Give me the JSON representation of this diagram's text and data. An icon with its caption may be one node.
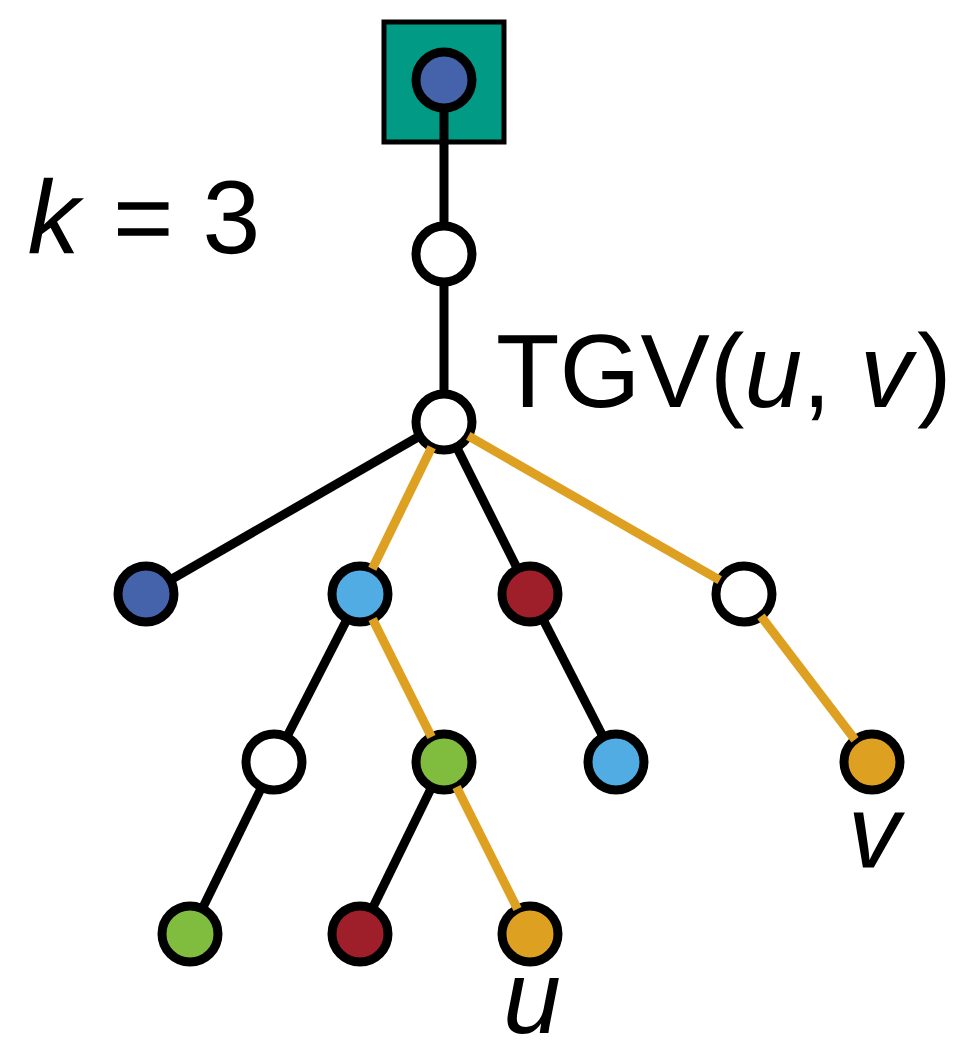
{
  "diagram": {
    "nodes": [
      {
        "text": [],
        "shape": "box"
      },
      {
        "text": [],
        "shape": "circle",
        "in": 0
      },
      {
        "text": [],
        "shape": "circle"
      },
      {
        "text": [],
        "shape": "circle",
        "beside": [
          "TGV(*u*, *v*)"
        ]
      },
      {
        "text": [],
        "shape": "circle"
      },
      {
        "text": [],
        "shape": "circle"
      },
      {
        "text": [],
        "shape": "circle"
      },
      {
        "text": [],
        "shape": "circle"
      },
      {
        "text": [],
        "shape": "circle"
      },
      {
        "text": [],
        "shape": "circle"
      },
      {
        "text": [],
        "shape": "circle"
      },
      {
        "text": [],
        "shape": "circle",
        "beside": [
          "v"
        ]
      },
      {
        "text": [],
        "shape": "circle"
      },
      {
        "text": [],
        "shape": "circle"
      },
      {
        "text": [],
        "shape": "circle",
        "beside": [
          "u"
        ]
      }
    ],
    "edges": [
      {
        "from": 1,
        "to": 2,
        "arrow": "none"
      },
      {
        "from": 2,
        "to": 3,
        "arrow": "none"
      },
      {
        "from": 3,
        "to": 4,
        "arrow": "none"
      },
      {
        "from": 3,
        "to": 5,
        "arrow": "none",
        "color": "#dea021"
      },
      {
        "from": 3,
        "to": 6,
        "arrow": "none"
      },
      {
        "from": 3,
        "to": 7,
        "arrow": "none",
        "color": "#dea021"
      },
      {
        "from": 5,
        "to": 8,
        "arrow": "none"
      },
      {
        "from": 5,
        "to": 9,
        "arrow": "none",
        "color": "#dea021"
      },
      {
        "from": 6,
        "to": 10,
        "arrow": "none"
      },
      {
        "from": 7,
        "to": 11,
        "arrow": "none",
        "color": "#dea021"
      },
      {
        "from": 8,
        "to": 12,
        "arrow": "none"
      },
      {
        "from": 9,
        "to": 13,
        "arrow": "none"
      },
      {
        "from": 9,
        "to": 14,
        "arrow": "none",
        "color": "#dea021"
      }
    ],
    "labels": [
      "*k* = 3"
    ]
  }
}
